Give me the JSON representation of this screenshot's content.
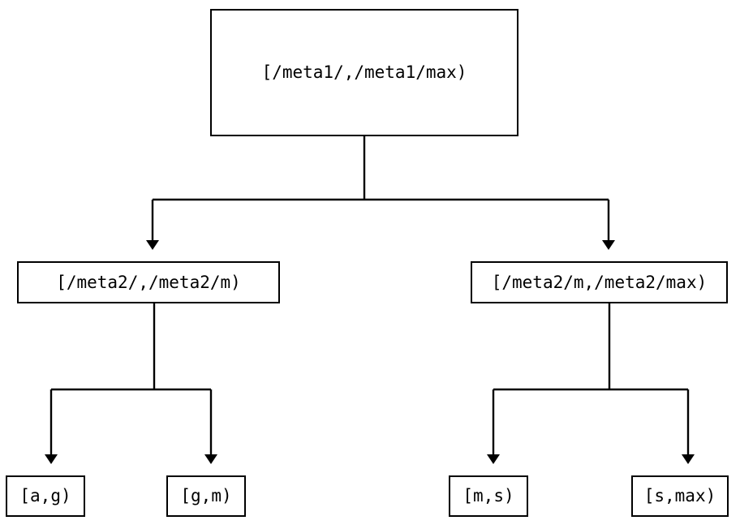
{
  "diagram": {
    "type": "tree",
    "orientation": "top-down",
    "edge_style": "orthogonal-elbow",
    "arrowhead": "filled-triangle",
    "colors": {
      "background": "#ffffff",
      "node_fill": "#ffffff",
      "stroke": "#000000",
      "text": "#000000"
    },
    "nodes": {
      "root": {
        "id": "root",
        "label": "[/meta1/,/meta1/max)",
        "level": 0
      },
      "meta2_low": {
        "id": "meta2-low",
        "label": "[/meta2/,/meta2/m)",
        "level": 1
      },
      "meta2_high": {
        "id": "meta2-high",
        "label": "[/meta2/m,/meta2/max)",
        "level": 1
      },
      "leaf_ag": {
        "id": "leaf-ag",
        "label": "[a,g)",
        "level": 2
      },
      "leaf_gm": {
        "id": "leaf-gm",
        "label": "[g,m)",
        "level": 2
      },
      "leaf_ms": {
        "id": "leaf-ms",
        "label": "[m,s)",
        "level": 2
      },
      "leaf_smax": {
        "id": "leaf-smax",
        "label": "[s,max)",
        "level": 2
      }
    },
    "edges": [
      {
        "from": "root",
        "to": "meta2-low"
      },
      {
        "from": "root",
        "to": "meta2-high"
      },
      {
        "from": "meta2-low",
        "to": "leaf-ag"
      },
      {
        "from": "meta2-low",
        "to": "leaf-gm"
      },
      {
        "from": "meta2-high",
        "to": "leaf-ms"
      },
      {
        "from": "meta2-high",
        "to": "leaf-smax"
      }
    ]
  }
}
